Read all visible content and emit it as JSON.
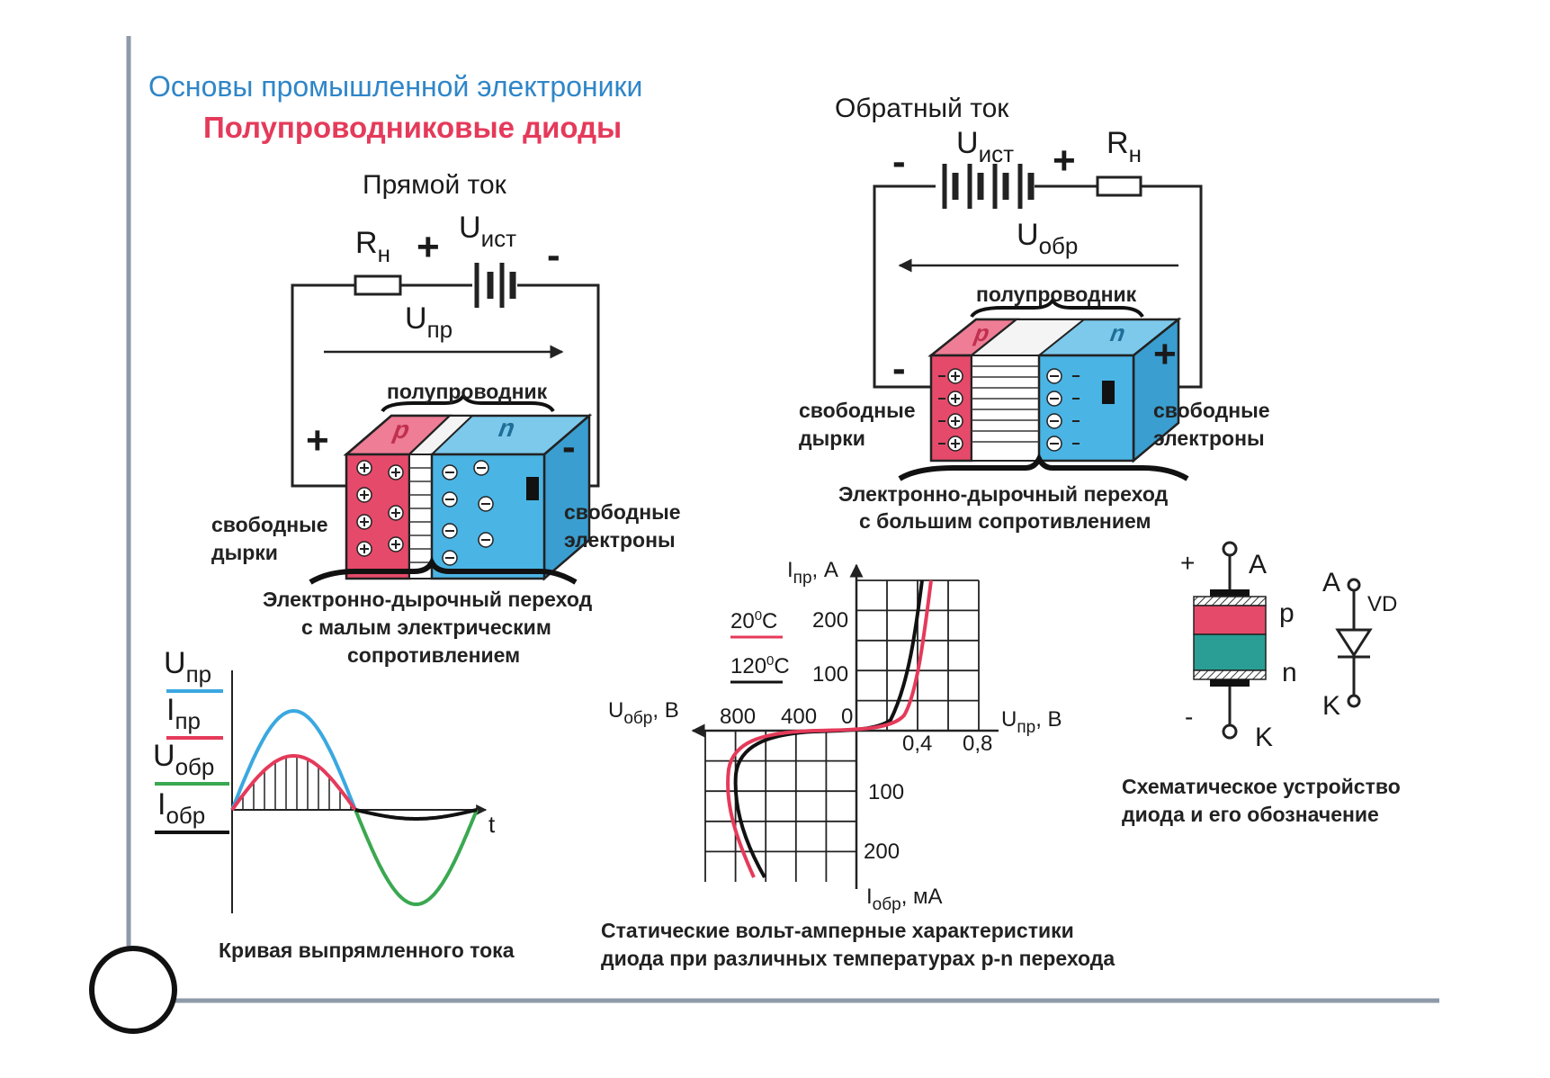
{
  "header": {
    "title": "Основы промышленной электроники",
    "subtitle": "Полупроводниковые диоды"
  },
  "forward": {
    "heading": "Прямой ток",
    "resistor": {
      "main": "R",
      "sub": "н"
    },
    "source": {
      "main": "U",
      "sub": "ист"
    },
    "voltage": {
      "main": "U",
      "sub": "пр"
    },
    "plus": "+",
    "minus": "-",
    "semiconductor": "полупроводник",
    "p_label": "p",
    "n_label": "n",
    "holes_line1": "свободные",
    "holes_line2": "дырки",
    "electrons_line1": "свободные",
    "electrons_line2": "электроны",
    "caption_line1": "Электронно-дырочный переход",
    "caption_line2": "с малым электрическим",
    "caption_line3": "сопротивлением"
  },
  "reverse": {
    "heading": "Обратный ток",
    "resistor": {
      "main": "R",
      "sub": "н"
    },
    "source": {
      "main": "U",
      "sub": "ист"
    },
    "voltage": {
      "main": "U",
      "sub": "обр"
    },
    "plus": "+",
    "minus": "-",
    "semiconductor": "полупроводник",
    "p_label": "p",
    "n_label": "n",
    "holes_line1": "свободные",
    "holes_line2": "дырки",
    "electrons_line1": "свободные",
    "electrons_line2": "электроны",
    "caption_line1": "Электронно-дырочный переход",
    "caption_line2": "с большим сопротивлением"
  },
  "rectified": {
    "legend": [
      {
        "main": "U",
        "sub": "пр",
        "color": "#3aa8e0"
      },
      {
        "main": "I",
        "sub": "пр",
        "color": "#e53a5a"
      },
      {
        "main": "U",
        "sub": "обр",
        "color": "#3aa850"
      },
      {
        "main": "I",
        "sub": "обр",
        "color": "#111111"
      }
    ],
    "t_label": "t",
    "caption": "Кривая выпрямленного тока"
  },
  "vac": {
    "y_top_label": {
      "main": "I",
      "sub": "пр",
      "unit": ", A"
    },
    "y_bottom_label": {
      "main": "I",
      "sub": "обр",
      "unit": ", мА"
    },
    "x_left_label": {
      "main": "U",
      "sub": "обр",
      "unit": ", В"
    },
    "x_right_label": {
      "main": "U",
      "sub": "пр",
      "unit": ", В"
    },
    "ticks_up": [
      "200",
      "100"
    ],
    "ticks_down": [
      "100",
      "200"
    ],
    "ticks_left": [
      "800",
      "400",
      "0"
    ],
    "ticks_right": [
      "0,4",
      "0,8"
    ],
    "temp_1": {
      "value": "20",
      "sup": "0",
      "unit": "C",
      "color": "#e53a5a"
    },
    "temp_2": {
      "value": "120",
      "sup": "0",
      "unit": "C",
      "color": "#111111"
    },
    "caption_line1": "Статические вольт-амперные характеристики",
    "caption_line2": "диода при различных температурах p-n перехода"
  },
  "device": {
    "plus": "+",
    "minus": "-",
    "anode": "A",
    "cathode": "K",
    "p": "p",
    "n": "n",
    "sym_anode": "A",
    "sym_cathode": "K",
    "vd": "VD",
    "caption_line1": "Схематическое устройство",
    "caption_line2": "диода и его обозначение"
  },
  "colors": {
    "p_region": "#e64a6a",
    "n_region": "#4ab4e4",
    "n_device": "#2a9e94",
    "blue_title": "#2f86c8",
    "red_title": "#e53a5a"
  }
}
